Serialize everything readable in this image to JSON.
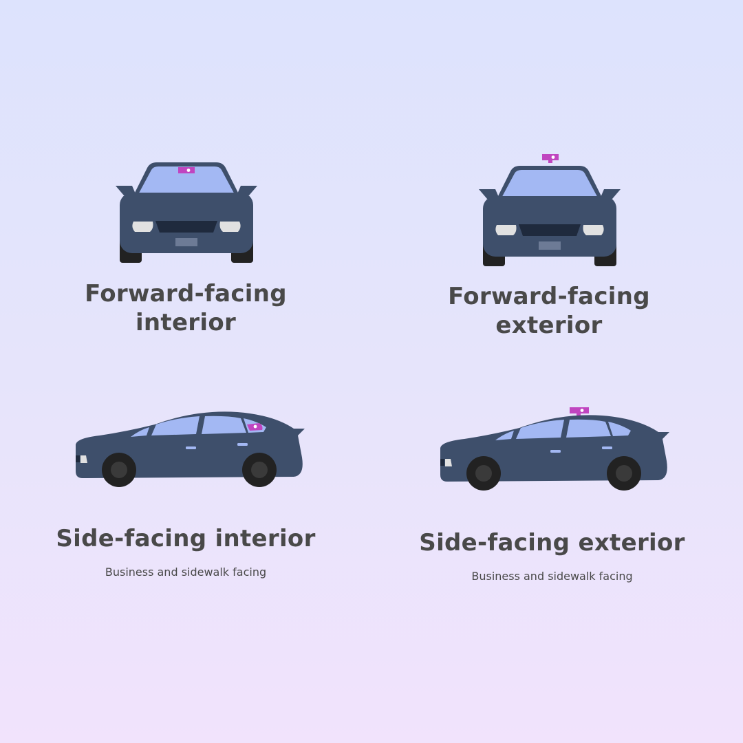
{
  "colors": {
    "car_body": "#3e4f6b",
    "windshield": "#a3b8f3",
    "camera": "#c045c0",
    "tire": "#222222",
    "text": "#494949"
  },
  "icons": {
    "front_car": "front-car-icon",
    "side_car": "side-car-icon",
    "camera": "camera-icon"
  },
  "cards": [
    {
      "title": "Forward-facing\ninterior",
      "subtitle": ""
    },
    {
      "title": "Forward-facing\nexterior",
      "subtitle": ""
    },
    {
      "title": "Side-facing interior",
      "subtitle": "Business and sidewalk facing"
    },
    {
      "title": "Side-facing exterior",
      "subtitle": "Business and sidewalk facing"
    }
  ]
}
